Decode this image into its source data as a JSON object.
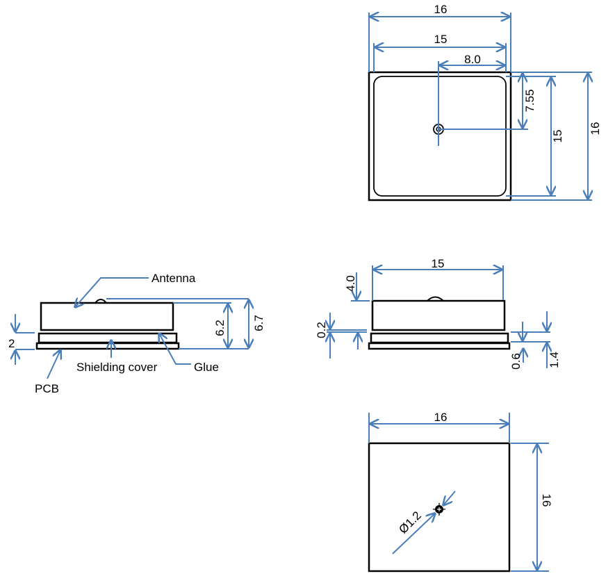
{
  "colors": {
    "dimension": "#4a7ebb",
    "outline": "#000000"
  },
  "top_view": {
    "width_outer": "16",
    "width_inner": "15",
    "feed_offset_x": "8.0",
    "feed_offset_y": "7.55",
    "height_inner": "15",
    "height_outer": "16"
  },
  "side_view_left": {
    "antenna": "Antenna",
    "shielding_cover": "Shielding cover",
    "glue": "Glue",
    "pcb": "PCB",
    "height_body": "6.2",
    "height_total": "6.7",
    "base_height": "2"
  },
  "side_view_right": {
    "width": "15",
    "feed_height": "4.0",
    "glue_gap": "0.2",
    "pcb_thickness": "0.6",
    "shield_height": "1.4"
  },
  "bottom_view": {
    "width": "16",
    "height": "16",
    "hole_diameter": "Ø1.2"
  }
}
